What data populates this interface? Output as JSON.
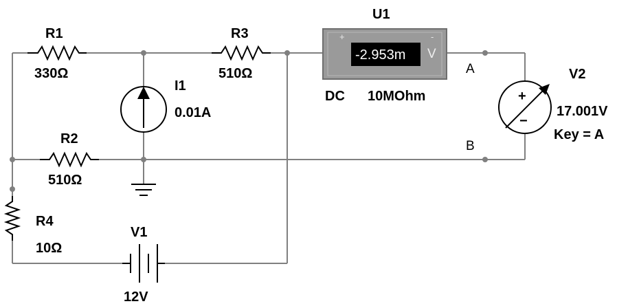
{
  "components": {
    "r1": {
      "name": "R1",
      "value": "330Ω"
    },
    "r2": {
      "name": "R2",
      "value": "510Ω"
    },
    "r3": {
      "name": "R3",
      "value": "510Ω"
    },
    "r4": {
      "name": "R4",
      "value": "10Ω"
    },
    "i1": {
      "name": "I1",
      "value": "0.01A"
    },
    "v1": {
      "name": "V1",
      "value": "12V"
    },
    "v2": {
      "name": "V2",
      "value": "17.001V",
      "key": "Key = A",
      "plus": "+",
      "minus": "−"
    },
    "u1": {
      "name": "U1",
      "reading": "-2.953m",
      "unit": "V",
      "plus": "+",
      "minus": "-",
      "mode": "DC",
      "resistance": "10MOhm"
    }
  },
  "nodes": {
    "a": "A",
    "b": "B"
  },
  "colors": {
    "wire": "#808080",
    "meter_body": "#9a9a9a",
    "meter_display": "#000000"
  }
}
